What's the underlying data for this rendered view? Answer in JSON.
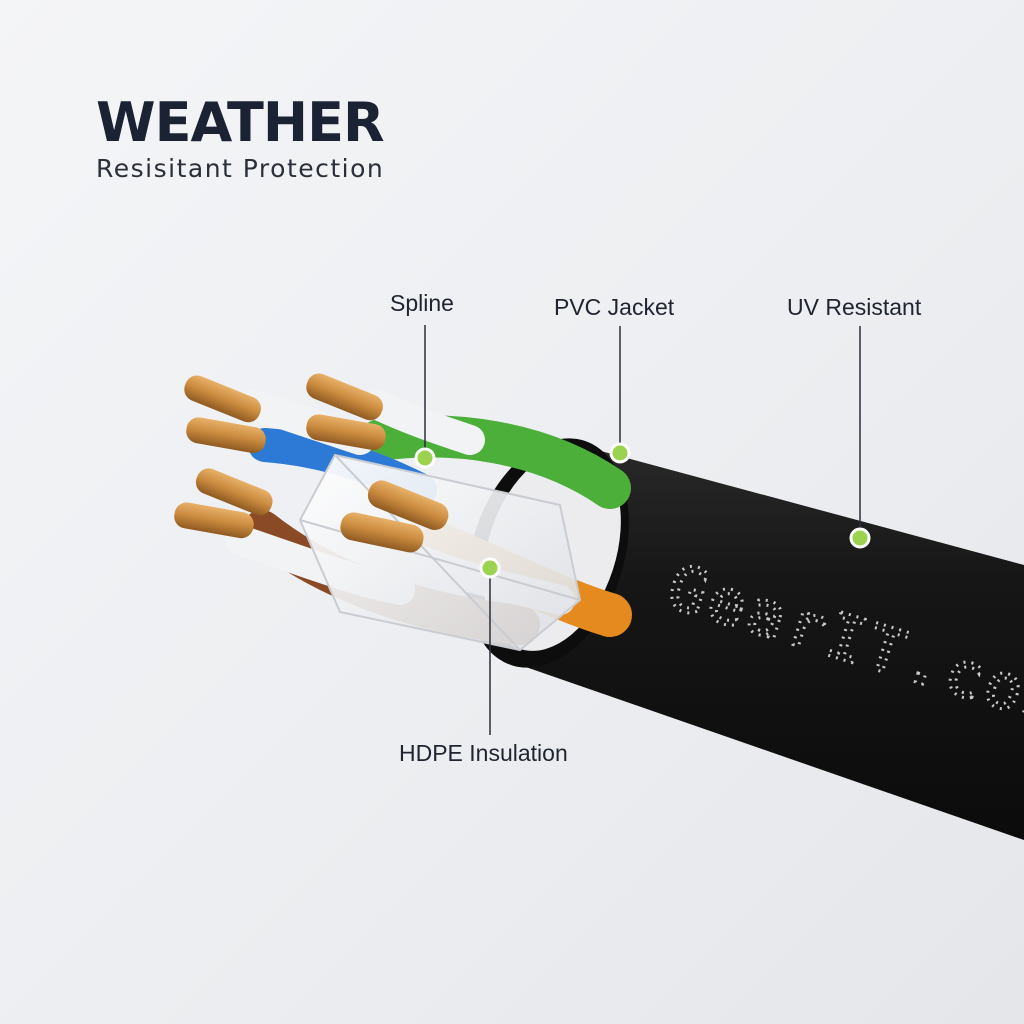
{
  "hero": {
    "title": "WEATHER",
    "subtitle": "Resisitant Protection"
  },
  "callouts": {
    "spline": "Spline",
    "pvc_jacket": "PVC Jacket",
    "uv_resistant": "UV Resistant",
    "hdpe_insulation": "HDPE Insulation"
  },
  "cable": {
    "print_text": "GearIT.com",
    "conductor_colors": [
      "#2d7ad6",
      "#4caf3a",
      "#8a4a26",
      "#e58a1f"
    ]
  },
  "colors": {
    "title_navy": "#1b2233",
    "marker_green": "#9bd250",
    "jacket_black": "#141414",
    "copper": "#c98a3e"
  }
}
